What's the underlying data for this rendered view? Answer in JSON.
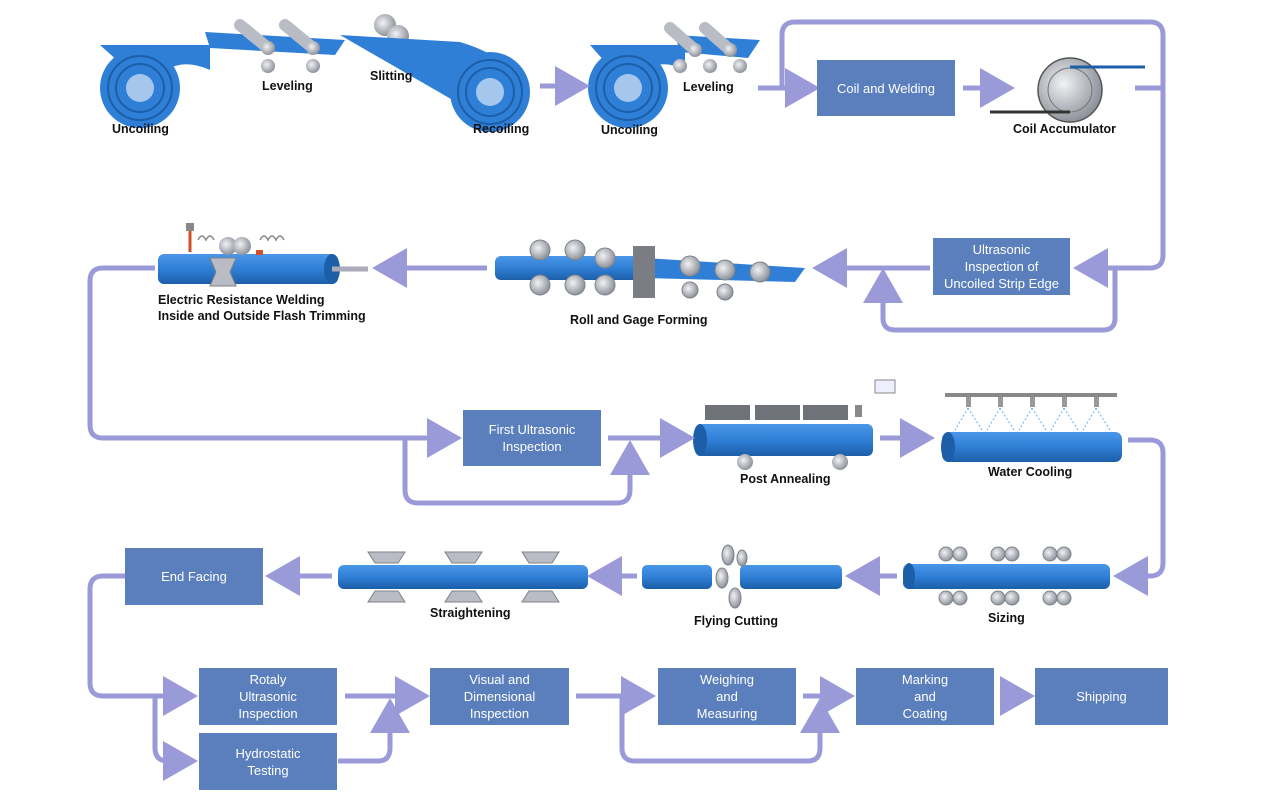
{
  "colors": {
    "box": "#5b7fbd",
    "arrow": "#9b9ad8",
    "pipe": "#2f7fd6",
    "pipe_dark": "#1c5ea8",
    "roller": "#b9bcc4"
  },
  "stages": {
    "uncoiling_1": "Uncoiling",
    "leveling_1": "Leveling",
    "slitting": "Slitting",
    "recoiling": "Recoiling",
    "uncoiling_2": "Uncoiling",
    "leveling_2": "Leveling",
    "coil_accumulator": "Coil Accumulator",
    "erw": "Electric Resistance Welding\nInside and Outside Flash Trimming",
    "roll_gage_forming": "Roll and Gage Forming",
    "post_annealing": "Post Annealing",
    "water_cooling": "Water Cooling",
    "straightening": "Straightening",
    "flying_cutting": "Flying Cutting",
    "sizing": "Sizing"
  },
  "boxes": {
    "coil_welding": "Coil and Welding",
    "ultrasonic_strip": "Ultrasonic\nInspection of\nUncoiled Strip Edge",
    "first_ultrasonic": "First Ultrasonic\nInspection",
    "end_facing": "End Facing",
    "rotaly_ultrasonic": "Rotaly\nUltrasonic\nInspection",
    "hydrostatic": "Hydrostatic\nTesting",
    "visual_dimensional": "Visual and\nDimensional\nInspection",
    "weighing": "Weighing\nand\nMeasuring",
    "marking": "Marking\nand\nCoating",
    "shipping": "Shipping"
  }
}
